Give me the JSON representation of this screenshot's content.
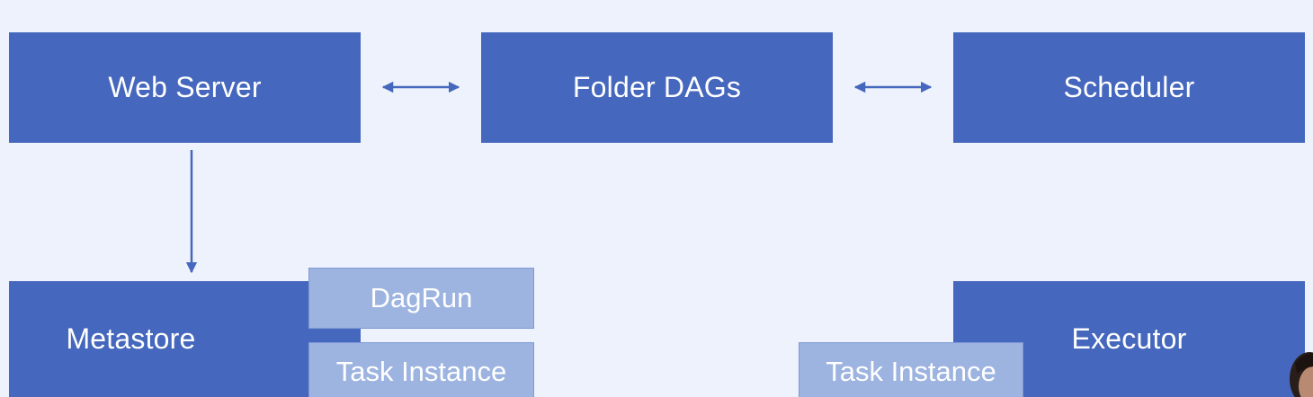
{
  "diagram": {
    "nodes": {
      "web_server": "Web Server",
      "folder_dags": "Folder DAGs",
      "scheduler": "Scheduler",
      "metastore": "Metastore",
      "executor": "Executor",
      "dagrun": "DagRun",
      "task_instance_meta": "Task Instance",
      "task_instance_exec": "Task Instance"
    },
    "edges": [
      {
        "from": "Web Server",
        "to": "Folder DAGs",
        "direction": "both"
      },
      {
        "from": "Folder DAGs",
        "to": "Scheduler",
        "direction": "both"
      },
      {
        "from": "Web Server",
        "to": "Metastore",
        "direction": "forward"
      }
    ],
    "colors": {
      "background": "#eef2fc",
      "primary_box": "#4567bd",
      "secondary_box": "#9db3e0",
      "arrow": "#4567bd"
    }
  }
}
